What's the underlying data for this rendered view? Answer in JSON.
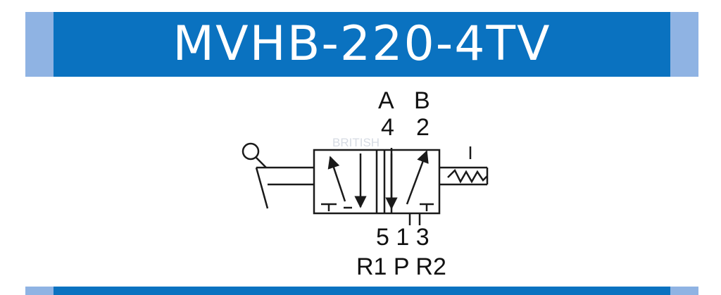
{
  "title": "MVHB-220-4TV",
  "watermark": "BRITISH",
  "ports": {
    "top_letter_a": "A",
    "top_letter_b": "B",
    "top_number_4": "4",
    "top_number_2": "2",
    "bottom_numbers": "5 1 3",
    "bottom_letters": "R1 P R2"
  },
  "colors": {
    "banner": "#0a72c0",
    "banner_end": "#8fb3e3",
    "symbol_line": "#1a1a1a"
  },
  "icons": [
    "roller-lever-actuator-icon",
    "spring-return-icon",
    "valve-envelope-icon"
  ]
}
